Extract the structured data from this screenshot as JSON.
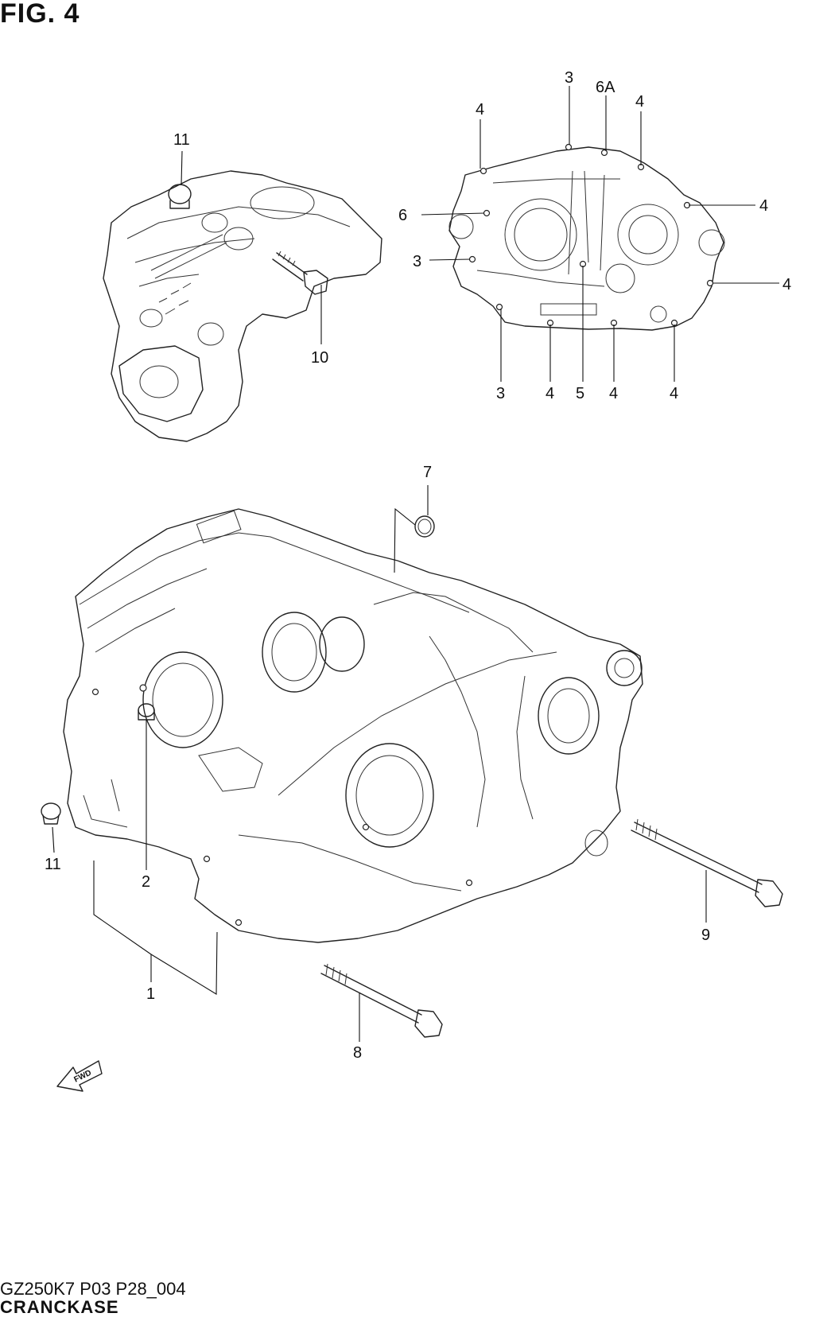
{
  "figure": {
    "title": "FIG. 4"
  },
  "footer": {
    "model_code": "GZ250K7 P03 P28_004",
    "section_name": "CRANCKASE"
  },
  "fwd_badge": {
    "text": "FWD"
  },
  "callouts": {
    "c11_top": "11",
    "c10": "10",
    "c3_top": "3",
    "c6A": "6A",
    "c4_top_left": "4",
    "c4_top_right": "4",
    "c6": "6",
    "c4_right_1": "4",
    "c3_mid": "3",
    "c4_right_2": "4",
    "c3_bottom": "3",
    "c4_bottom_1": "4",
    "c5": "5",
    "c4_bottom_2": "4",
    "c4_bottom_3": "4",
    "c7": "7",
    "c11_bottom": "11",
    "c2": "2",
    "c9": "9",
    "c1": "1",
    "c8": "8"
  }
}
